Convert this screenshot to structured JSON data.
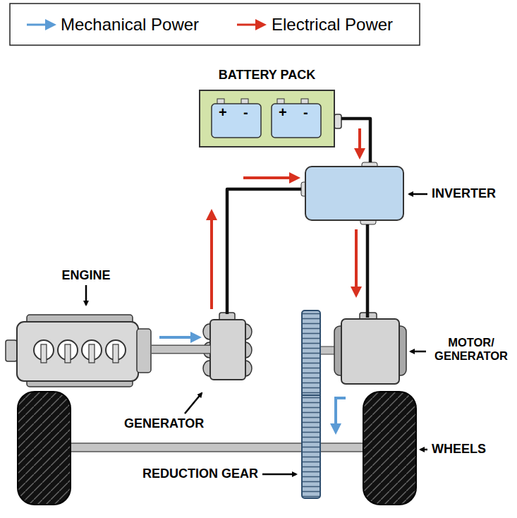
{
  "diagram": {
    "nodes": [
      {
        "text": [
          "BATTERY PACK"
        ]
      },
      {
        "text": [
          "INVERTER"
        ]
      },
      {
        "text": [
          "ENGINE"
        ]
      },
      {
        "text": [
          "GENERATOR"
        ]
      },
      {
        "text": [
          "MOTOR/ GENERATOR"
        ]
      }
    ],
    "edges": [
      {
        "from": 0,
        "to": 1,
        "arrow": "none"
      },
      {
        "from": 3,
        "to": 1,
        "arrow": "none"
      },
      {
        "from": 1,
        "to": 4,
        "arrow": "none"
      },
      {
        "from": 2,
        "to": 3,
        "arrow": "none"
      }
    ],
    "labels": [
      "REDUCTION GEAR",
      "WHEELS",
      "+",
      "-",
      "+",
      "-"
    ],
    "legend": [
      {
        "text": "Mechanical Power"
      },
      {
        "text": "Electrical Power"
      }
    ]
  }
}
